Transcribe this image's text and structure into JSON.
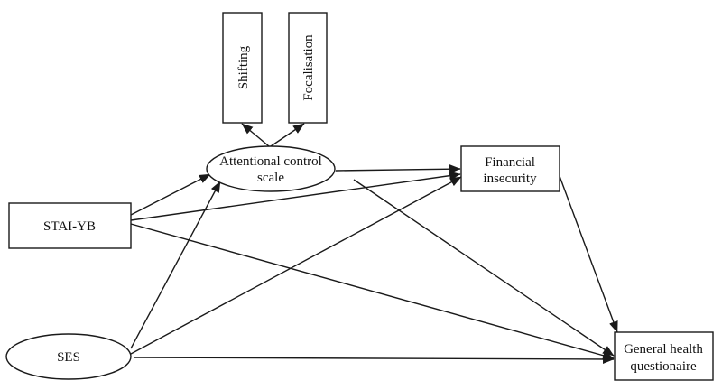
{
  "diagram": {
    "nodes": {
      "shifting": {
        "label": "Shifting",
        "shape": "rectangle"
      },
      "focalisation": {
        "label": "Focalisation",
        "shape": "rectangle"
      },
      "attentional_control": {
        "lines": [
          "Attentional control",
          "scale"
        ],
        "shape": "ellipse"
      },
      "financial_insecurity": {
        "lines": [
          "Financial",
          "insecurity"
        ],
        "shape": "rectangle"
      },
      "stai_yb": {
        "label": "STAI-YB",
        "shape": "rectangle"
      },
      "ses": {
        "label": "SES",
        "shape": "ellipse"
      },
      "general_health": {
        "lines": [
          "General health",
          "questionaire"
        ],
        "shape": "rectangle"
      }
    },
    "edges": [
      {
        "from": "attentional_control",
        "to": "shifting"
      },
      {
        "from": "attentional_control",
        "to": "focalisation"
      },
      {
        "from": "attentional_control",
        "to": "financial_insecurity"
      },
      {
        "from": "attentional_control",
        "to": "general_health"
      },
      {
        "from": "stai_yb",
        "to": "attentional_control"
      },
      {
        "from": "stai_yb",
        "to": "financial_insecurity"
      },
      {
        "from": "stai_yb",
        "to": "general_health"
      },
      {
        "from": "ses",
        "to": "attentional_control"
      },
      {
        "from": "ses",
        "to": "financial_insecurity"
      },
      {
        "from": "ses",
        "to": "general_health"
      },
      {
        "from": "financial_insecurity",
        "to": "general_health"
      }
    ]
  }
}
